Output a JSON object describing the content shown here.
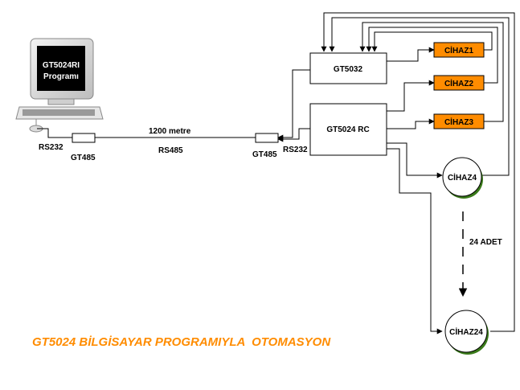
{
  "computer": {
    "screen_line1": "GT5024RI",
    "screen_line2": "Programı"
  },
  "labels": {
    "rs232_left": "RS232",
    "gt485_left": "GT485",
    "distance": "1200 metre",
    "rs485": "RS485",
    "gt485_right": "GT485",
    "rs232_right": "RS232",
    "count": "24 ADET"
  },
  "boxes": {
    "gt5032": "GT5032",
    "gt5024rc": "GT5024 RC"
  },
  "devices": {
    "cihaz1": "CİHAZ1",
    "cihaz2": "CİHAZ2",
    "cihaz3": "CİHAZ3",
    "cihaz4": "CİHAZ4",
    "cihaz24": "CİHAZ24"
  },
  "title": "GT5024 BİLGİSAYAR PROGRAMIYLA  OTOMASYON",
  "colors": {
    "device_fill": "#ff8c00",
    "title": "#ff8c00",
    "circle_shadow": "#3a7a1a"
  }
}
